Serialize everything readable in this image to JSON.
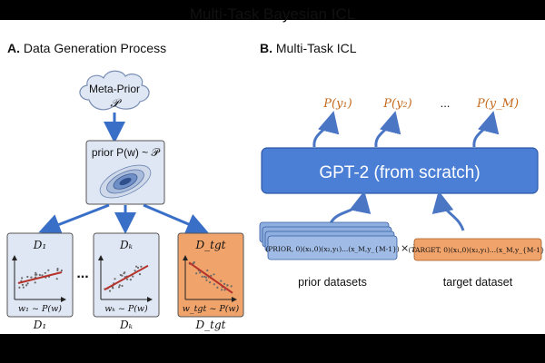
{
  "title": "Multi-Task Bayesian ICL",
  "panel_a": {
    "heading_letter": "A.",
    "heading_text": "Data Generation Process",
    "meta_prior_label": "Meta-Prior",
    "meta_prior_symbol": "𝒫",
    "prior_label": "prior P(w) ~ 𝒫",
    "cards": [
      {
        "top": "D₁",
        "weight": "w₁ ~ P(w)",
        "caption": "D₁"
      },
      {
        "top": "Dₖ",
        "weight": "wₖ ~ P(w)",
        "caption": "Dₖ"
      },
      {
        "top": "D_tgt",
        "weight": "w_tgt ~ P(w)",
        "caption": "D_tgt"
      }
    ],
    "ellipsis": "..."
  },
  "panel_b": {
    "heading_letter": "B.",
    "heading_text": "Multi-Task ICL",
    "outputs": [
      "P(y₁)",
      "P(y₂)",
      "...",
      "P(y_M)"
    ],
    "model_label": "GPT-2 (from scratch)",
    "prior_seq": "(PRIOR, 0)(x₁,0)(x₂,y₁)...(x_M,y_{M-1})",
    "repeat": "× K",
    "target_seq": "(TARGET, 0)(x₁,0)(x₂,y₁)...(x_M,y_{M-1})",
    "prior_caption": "prior datasets",
    "target_caption": "target dataset"
  },
  "colors": {
    "blue_fill": "#dfe7f4",
    "blue_arrow": "#3a6fc8",
    "model_fill": "#4b7fd6",
    "orange_fill": "#f0a36a",
    "orange_text": "#c46a1c",
    "scatter_line": "#b5332b"
  }
}
